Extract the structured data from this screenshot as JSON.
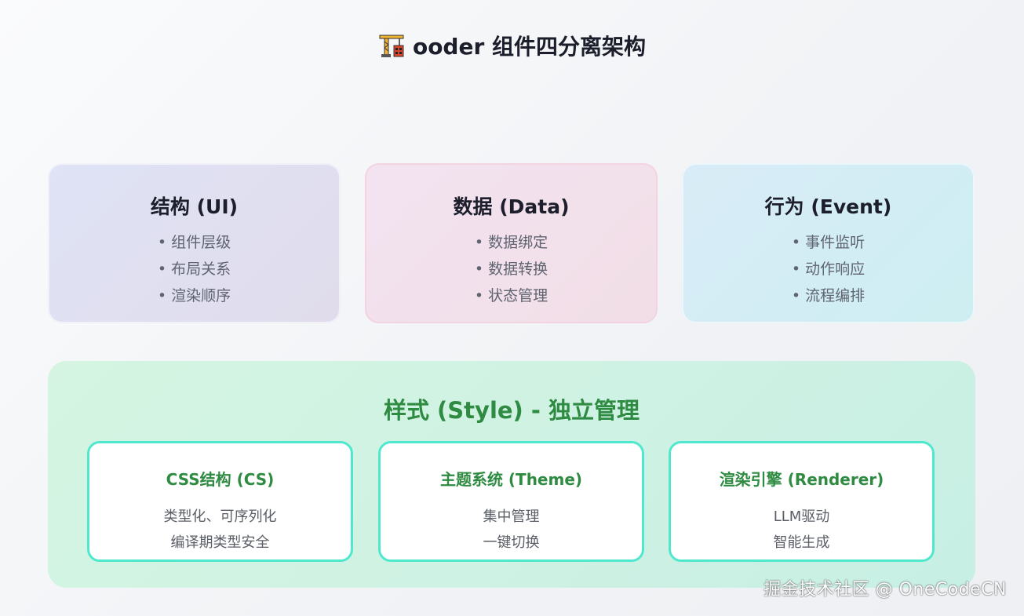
{
  "title": {
    "icon": "construction-crane-icon",
    "text": "ooder 组件四分离架构"
  },
  "cards": [
    {
      "heading": "结构 (UI)",
      "items": [
        "组件层级",
        "布局关系",
        "渲染顺序"
      ]
    },
    {
      "heading": "数据 (Data)",
      "items": [
        "数据绑定",
        "数据转换",
        "状态管理"
      ]
    },
    {
      "heading": "行为 (Event)",
      "items": [
        "事件监听",
        "动作响应",
        "流程编排"
      ]
    }
  ],
  "style_section": {
    "heading": "样式 (Style) - 独立管理",
    "boxes": [
      {
        "heading": "CSS结构 (CS)",
        "lines": [
          "类型化、可序列化",
          "编译期类型安全"
        ]
      },
      {
        "heading": "主题系统 (Theme)",
        "lines": [
          "集中管理",
          "一键切换"
        ]
      },
      {
        "heading": "渲染引擎 (Renderer)",
        "lines": [
          "LLM驱动",
          "智能生成"
        ]
      }
    ]
  },
  "bullet": "•",
  "watermark": "掘金技术社区 @ OneCodeCN",
  "colors": {
    "style_accent": "#2e8b41",
    "sub_border": "#4fe8cf"
  }
}
